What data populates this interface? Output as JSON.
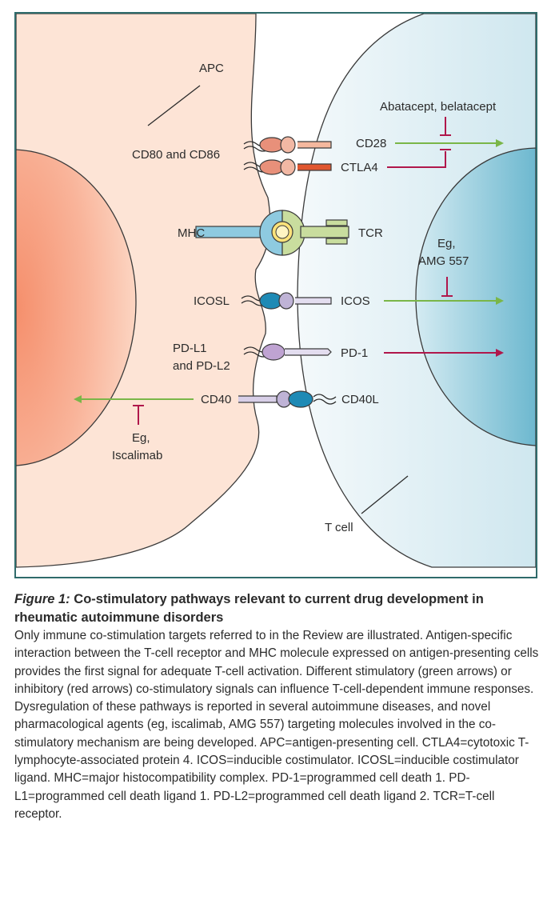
{
  "colors": {
    "apc_fill": "#fde4d6",
    "apc_nucleus": "#f7a88c",
    "tcell_fill": "#e6f2f6",
    "tcell_nucleus": "#7fc3d6",
    "stimulatory_arrow": "#7ab648",
    "inhibitory_arrow": "#b0174b",
    "frame": "#2f6b6b"
  },
  "labels": {
    "apc": "APC",
    "t_cell": "T cell",
    "cd80_cd86": "CD80 and CD86",
    "mhc": "MHC",
    "icosl": "ICOSL",
    "pdl1_line1": "PD-L1",
    "pdl1_line2": "and PD-L2",
    "cd40": "CD40",
    "iscalimab_line1": "Eg,",
    "iscalimab_line2": "Iscalimab",
    "abatacept": "Abatacept, belatacept",
    "cd28": "CD28",
    "ctla4": "CTLA4",
    "tcr": "TCR",
    "amg_line1": "Eg,",
    "amg_line2": "AMG 557",
    "icos": "ICOS",
    "pd1": "PD-1",
    "cd40l": "CD40L"
  },
  "caption": {
    "figure_label": "Figure 1:",
    "title": " Co-stimulatory pathways relevant to current drug development in rheumatic autoimmune disorders",
    "body": "Only immune co-stimulation targets referred to in the Review are illustrated. Antigen-specific interaction between the T-cell receptor and MHC molecule expressed on antigen-presenting cells provides the first signal for adequate T-cell activation. Different stimulatory (green arrows) or inhibitory (red arrows) co-stimulatory signals can influence T-cell-dependent immune responses. Dysregulation of these pathways is reported in several autoimmune diseases, and novel pharmacological agents (eg, iscalimab, AMG 557) targeting molecules involved in the co-stimulatory mechanism are being developed. APC=antigen-presenting cell. CTLA4=cytotoxic T-lymphocyte-associated protein 4. ICOS=inducible costimulator. ICOSL=inducible costimulator ligand. MHC=major histocompatibility complex. PD-1=programmed cell death 1. PD-L1=programmed cell death ligand 1. PD-L2=programmed cell death ligand 2. TCR=T-cell receptor."
  }
}
